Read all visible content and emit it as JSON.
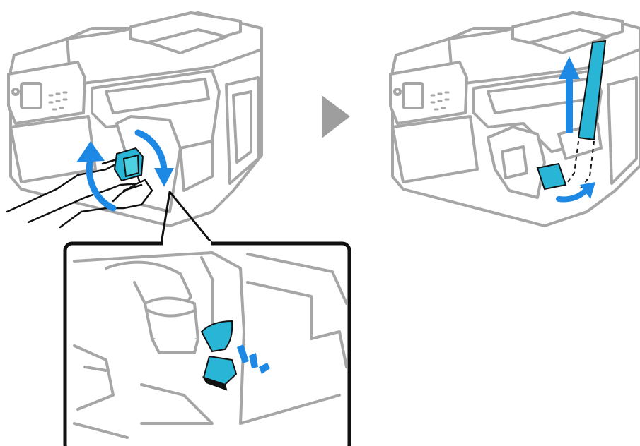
{
  "colors": {
    "printer_outline": "#a6a6a6",
    "printer_fill": "#ffffff",
    "accent_blue": "#1e88e5",
    "paper_cyan": "#29b6d6",
    "step_arrow": "#9e9e9e",
    "black_line": "#111111"
  },
  "panels": {
    "left": {
      "name": "printer-roll-rotate-step"
    },
    "right": {
      "name": "printer-paper-feed-step"
    },
    "zoom": {
      "name": "zoom-detail-paper-slot"
    }
  },
  "icons": {
    "step_arrow": "triangle-right-icon",
    "rotate_arrows": "rotate-arrows-icon",
    "feed_up_arrow": "arrow-up-icon",
    "feed_curve_arrow": "curved-arrow-icon",
    "click_marks": "click-indicator-icon"
  }
}
